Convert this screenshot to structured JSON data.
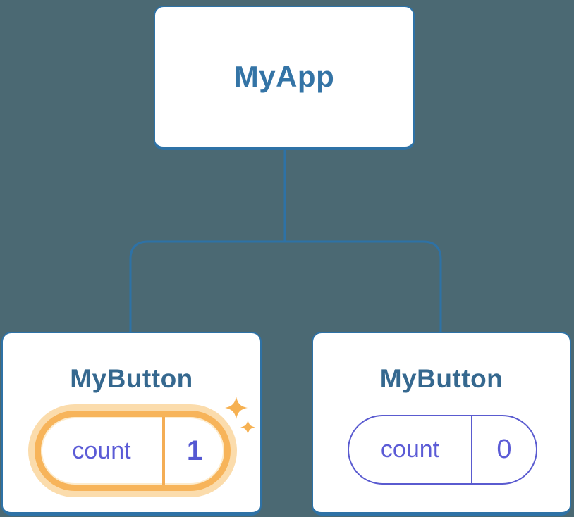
{
  "diagram": {
    "description": "React component tree showing isolated state",
    "background_color": "#4b6973",
    "root": {
      "label": "MyApp"
    },
    "children": [
      {
        "label": "MyButton",
        "highlighted": true,
        "state": {
          "label": "count",
          "value": "1"
        }
      },
      {
        "label": "MyButton",
        "highlighted": false,
        "state": {
          "label": "count",
          "value": "0"
        }
      }
    ],
    "colors": {
      "card_background": "#ffffff",
      "node_border": "#2e72a6",
      "connector": "#2e72a6",
      "root_title": "#3474a6",
      "node_title": "#35688f",
      "state_purple": "#5b5bd6",
      "highlight_orange": "#f7b45a",
      "highlight_halo": "#fbdcac",
      "sparkle_orange": "#f6b152"
    }
  }
}
